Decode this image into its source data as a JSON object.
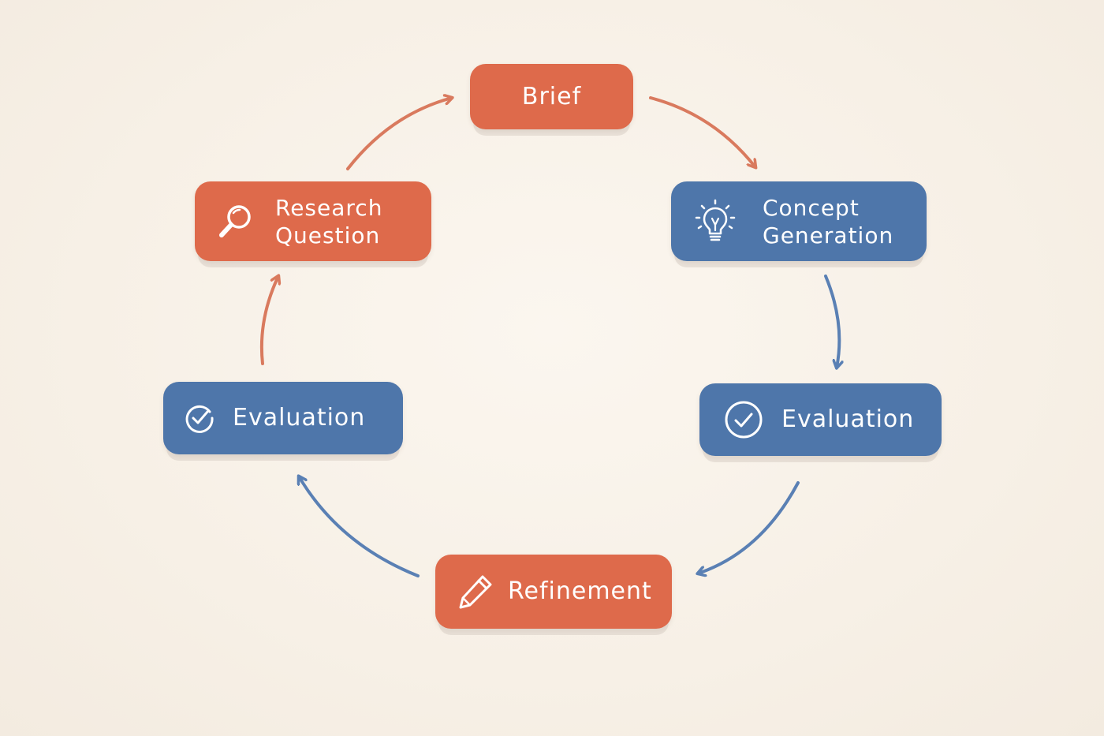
{
  "diagram": {
    "nodes": {
      "brief": {
        "label": "Brief"
      },
      "research_question": {
        "label": "Research\nQuestion",
        "icon": "magnifier-icon"
      },
      "concept_generation": {
        "label": "Concept\nGeneration",
        "icon": "lightbulb-icon"
      },
      "evaluation_right": {
        "label": "Evaluation",
        "icon": "check-circle-icon"
      },
      "refinement": {
        "label": "Refinement",
        "icon": "pencil-icon"
      },
      "evaluation_left": {
        "label": "Evaluation",
        "icon": "check-circle-icon"
      }
    },
    "flow": [
      "brief → concept_generation",
      "concept_generation → evaluation_right",
      "evaluation_right → refinement",
      "refinement → evaluation_left",
      "evaluation_left → research_question",
      "research_question → brief"
    ],
    "colors": {
      "background": "#f8f2ea",
      "orange": "#de6a4b",
      "blue": "#4e76aa",
      "orange_arrow": "#d97a5e",
      "blue_arrow": "#5a80b4"
    }
  }
}
